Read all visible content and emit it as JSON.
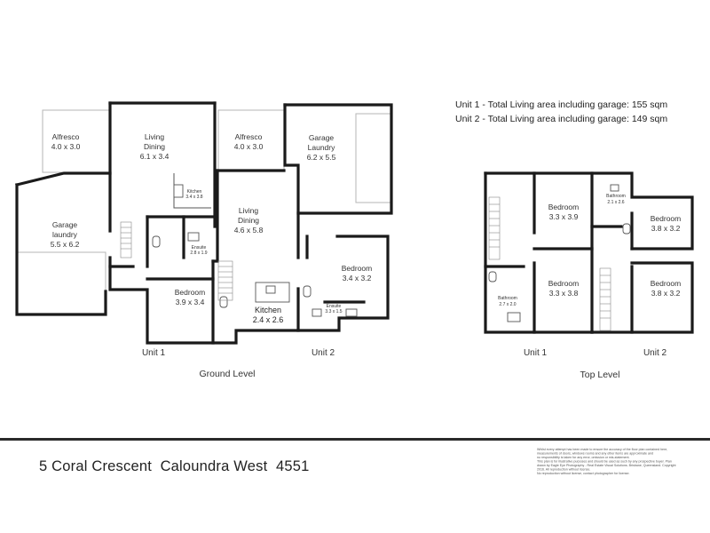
{
  "ground_floor": {
    "unit1": {
      "rooms": [
        {
          "name": "Alfresco",
          "dims": "4.0 x 3.0"
        },
        {
          "name": "Living",
          "name2": "Dining",
          "dims": "6.1 x 3.4"
        },
        {
          "name": "Kitchen",
          "dims": "3.4 x 3.8"
        },
        {
          "name": "Garage",
          "name2": "laundry",
          "dims": "5.5 x 6.2"
        },
        {
          "name": "Ensuite",
          "dims": "2.8 x 1.9"
        },
        {
          "name": "Bedroom",
          "dims": "3.9 x 3.4"
        }
      ],
      "label": "Unit 1"
    },
    "unit2": {
      "rooms": [
        {
          "name": "Alfresco",
          "dims": "4.0 x 3.0"
        },
        {
          "name": "Garage",
          "name2": "Laundry",
          "dims": "6.2 x 5.5"
        },
        {
          "name": "Living",
          "name2": "Dining",
          "dims": "4.6 x 5.8"
        },
        {
          "name": "Bedroom",
          "dims": "3.4 x 3.2"
        },
        {
          "name": "Kitchen",
          "dims": "2.4 x 2.6"
        },
        {
          "name": "Ensuite",
          "dims": "3.3 x 1.5"
        }
      ],
      "label": "Unit 2"
    },
    "level_label": "Ground Level"
  },
  "top_floor": {
    "rooms": [
      {
        "name": "Bedroom",
        "dims": "3.3 x 3.9"
      },
      {
        "name": "Bathroom",
        "dims": "2.1 x 2.6"
      },
      {
        "name": "Bedroom",
        "dims": "3.8 x 3.2"
      },
      {
        "name": "Bathroom",
        "dims": "2.7 x 2.0"
      },
      {
        "name": "Bedroom",
        "dims": "3.3 x 3.8"
      },
      {
        "name": "Bedroom",
        "dims": "3.8 x 3.2"
      }
    ],
    "unit1_label": "Unit 1",
    "unit2_label": "Unit 2",
    "level_label": "Top Level"
  },
  "areas": [
    "Unit 1 - Total Living area including garage: 155 sqm",
    "Unit 2 - Total Living area including garage: 149 sqm"
  ],
  "address": "5 Coral Crescent  Caloundra West  4551",
  "disclaimer": [
    "Whilst every attempt has been made to ensure the accuracy of the floor plan contained here,",
    "measurements of doors, windows rooms and any other items are approximate and",
    "no responsibility is taken for any error, omission or mis-statement.",
    "This plan is for illustrative purposes and should be used as such by any prospective buyer.  Plan",
    "drawn by Eagle Eye Photography - Real Estate Visual Solutions. Brisbane, Queensland. Copyright",
    "2016. All reproduction without license.",
    "No reproduction without license, contact photographer for license."
  ]
}
